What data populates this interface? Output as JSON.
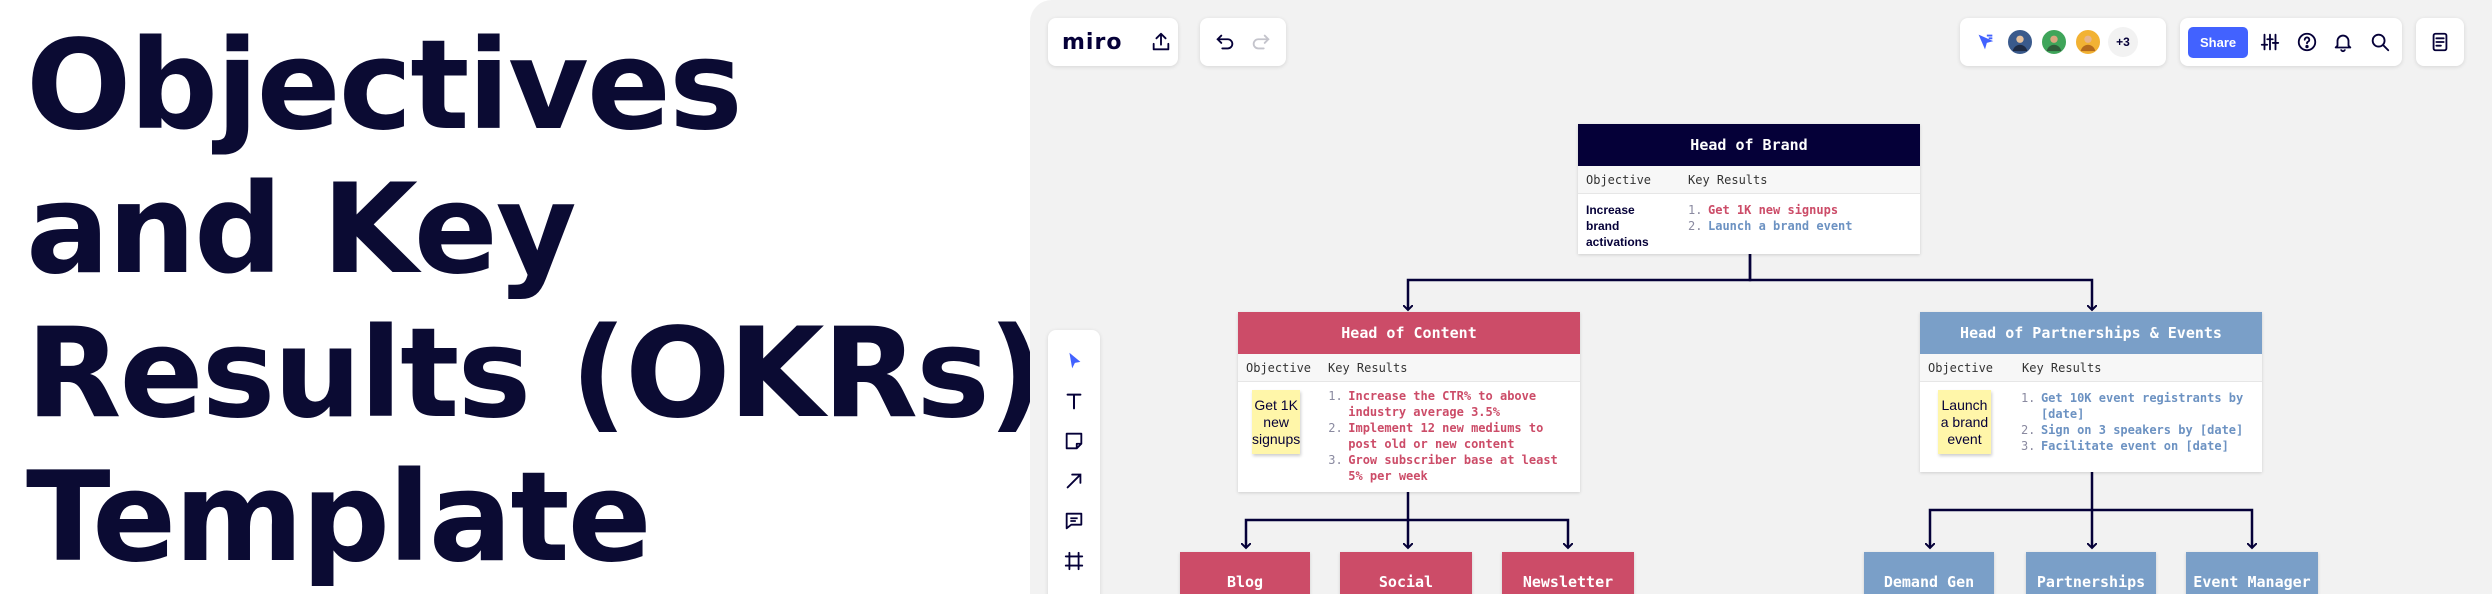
{
  "hero": {
    "lines": [
      "Objectives",
      "and Key",
      "Results (OKRs)",
      "Template"
    ]
  },
  "app": {
    "logo": "miro",
    "share_label": "Share",
    "extra_users": "+3",
    "icons": [
      "upload-icon",
      "undo-icon",
      "redo-icon",
      "cursor-icon",
      "settings-sliders-icon",
      "help-icon",
      "bell-icon",
      "search-icon",
      "notes-icon",
      "select-icon",
      "text-icon",
      "sticky-note-icon",
      "arrow-icon",
      "comment-icon",
      "frame-icon"
    ]
  },
  "colors": {
    "brand": "#050038",
    "content": "#cc4c68",
    "partnerships": "#7a9fc8",
    "sticky": "#fff6a9",
    "share": "#4262ff"
  },
  "okr": {
    "brand": {
      "title": "Head of Brand",
      "col_objective": "Objective",
      "col_key_results": "Key Results",
      "objective": "Increase brand activations",
      "key_results": [
        {
          "num": "1.",
          "text": "Get 1K new signups"
        },
        {
          "num": "2.",
          "text": "Launch a brand event"
        }
      ]
    },
    "content": {
      "title": "Head of Content",
      "col_objective": "Objective",
      "col_key_results": "Key Results",
      "objective": "Get 1K new signups",
      "key_results": [
        {
          "num": "1.",
          "text": "Increase the CTR% to above industry average 3.5%"
        },
        {
          "num": "2.",
          "text": "Implement 12 new mediums to post old or new content"
        },
        {
          "num": "3.",
          "text": "Grow subscriber base at least 5% per week"
        }
      ]
    },
    "partnerships": {
      "title": "Head of Partnerships & Events",
      "col_objective": "Objective",
      "col_key_results": "Key Results",
      "objective": "Launch a brand event",
      "key_results": [
        {
          "num": "1.",
          "text": "Get 10K event registrants by [date]"
        },
        {
          "num": "2.",
          "text": "Sign on 3 speakers by [date]"
        },
        {
          "num": "3.",
          "text": "Facilitate event on [date]"
        }
      ]
    },
    "content_teams": [
      "Blog",
      "Social",
      "Newsletter"
    ],
    "partnership_teams": [
      "Demand Gen",
      "Partnerships",
      "Event Manager"
    ]
  }
}
